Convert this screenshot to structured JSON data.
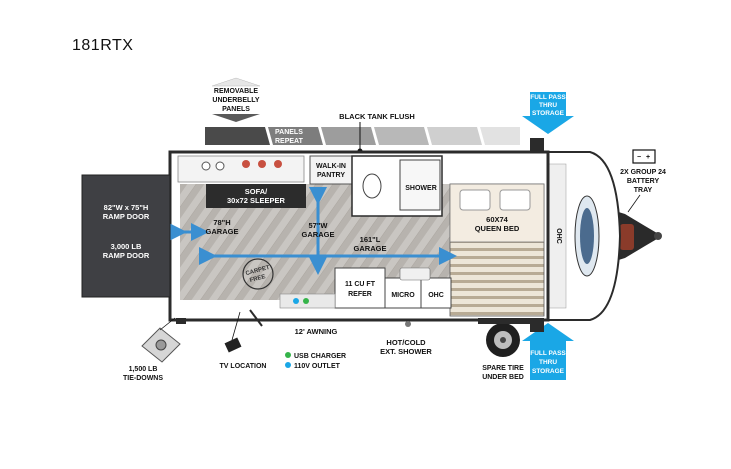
{
  "model": "181RTX",
  "labels": {
    "removable_underbelly": [
      "REMOVABLE",
      "UNDERBELLY",
      "PANELS"
    ],
    "panels_repeat": [
      "PANELS",
      "REPEAT"
    ],
    "black_tank_flush": "BLACK TANK FLUSH",
    "full_pass_top": [
      "FULL PASS",
      "THRU",
      "STORAGE"
    ],
    "full_pass_bottom": [
      "FULL PASS",
      "THRU",
      "STORAGE"
    ],
    "battery_tray": [
      "2X GROUP 24",
      "BATTERY",
      "TRAY"
    ],
    "sofa": [
      "SOFA/",
      "30x72 SLEEPER"
    ],
    "walk_in_pantry": [
      "WALK-IN",
      "PANTRY"
    ],
    "shower": "SHOWER",
    "queen_bed": [
      "60X74",
      "QUEEN BED"
    ],
    "ohc_right": "OHC",
    "ramp_door_size": [
      "82\"W x 75\"H",
      "RAMP DOOR"
    ],
    "ramp_door_rating": [
      "3,000 LB",
      "RAMP DOOR"
    ],
    "garage_height": [
      "78\"H",
      "GARAGE"
    ],
    "garage_width": [
      "57\"W",
      "GARAGE"
    ],
    "garage_length": [
      "161\"L",
      "GARAGE"
    ],
    "carpet_free": [
      "CARPET",
      "FREE"
    ],
    "refer": [
      "11 CU FT",
      "REFER"
    ],
    "micro": "MICRO",
    "ohc_kitchen": "OHC",
    "awning": "12' AWNING",
    "hot_cold_shower": [
      "HOT/COLD",
      "EXT. SHOWER"
    ],
    "tie_downs": [
      "1,500 LB",
      "TIE-DOWNS"
    ],
    "tv_location": "TV LOCATION",
    "usb_charger": "USB CHARGER",
    "outlet_110v": "110V OUTLET",
    "spare_tire": [
      "SPARE TIRE",
      "UNDER BED"
    ]
  },
  "colors": {
    "accent_blue": "#1aa7e6",
    "dimension_blue": "#3a8fd1",
    "usb_green": "#35b44a",
    "outline": "#2b2b2b",
    "ramp_fill": "#3f4044"
  },
  "icons": [
    "battery-icon",
    "gear-icon",
    "tv-icon",
    "tie-down-icon",
    "spare-tire-icon",
    "arrow-down-icon",
    "arrow-up-icon"
  ]
}
